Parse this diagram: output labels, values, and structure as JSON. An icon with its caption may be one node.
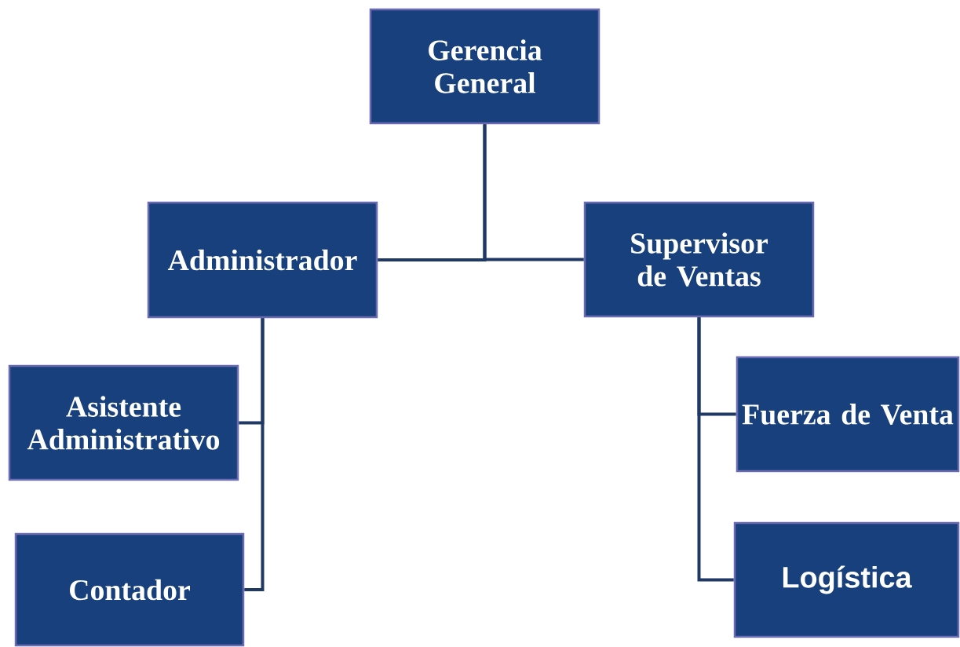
{
  "diagram": {
    "nodes": [
      {
        "text": [
          "Gerencia General"
        ]
      },
      {
        "text": [
          "Administrador"
        ]
      },
      {
        "text": [
          "Supervisor de Ventas"
        ]
      },
      {
        "text": [
          "Asistente Administrativo"
        ]
      },
      {
        "text": [
          "Contador"
        ]
      },
      {
        "text": [
          "Fuerza de Venta"
        ]
      },
      {
        "text": [
          "Logística"
        ]
      }
    ],
    "edges": [
      {
        "from": 0,
        "to": 1,
        "arrow": "none"
      },
      {
        "from": 0,
        "to": 2,
        "arrow": "none"
      },
      {
        "from": 1,
        "to": 3,
        "arrow": "none"
      },
      {
        "from": 1,
        "to": 4,
        "arrow": "none"
      },
      {
        "from": 2,
        "to": 5,
        "arrow": "none"
      },
      {
        "from": 2,
        "to": 6,
        "arrow": "none"
      }
    ]
  }
}
